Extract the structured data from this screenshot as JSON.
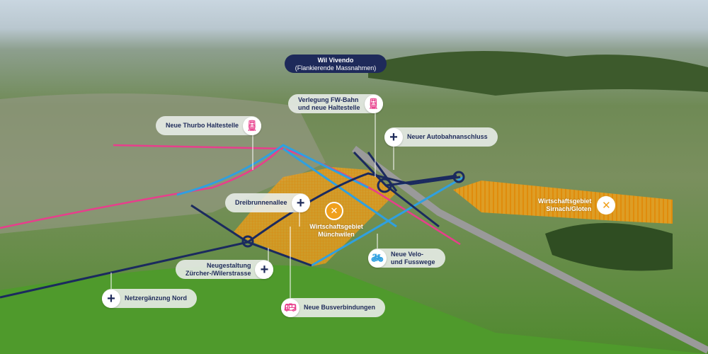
{
  "colors": {
    "navy": "#1e2a5a",
    "blue": "#2fa0e0",
    "pink": "#e83e8c",
    "orange": "#f0a01c"
  },
  "labels": {
    "wil_vivendo": {
      "line1": "Wil Vivendo",
      "line2": "(Flankierende Massnahmen)"
    },
    "fw_bahn": {
      "line1": "Verlegung FW-Bahn",
      "line2": "und neue Haltestelle",
      "icon": "train-icon"
    },
    "thurbo": {
      "text": "Neue Thurbo Haltestelle",
      "icon": "train-icon"
    },
    "autobahn": {
      "text": "Neuer Autobahnanschluss",
      "icon": "plus-icon"
    },
    "dreibrunnen": {
      "text": "Dreibrunnenallee",
      "icon": "plus-icon"
    },
    "neugestaltung": {
      "line1": "Neugestaltung",
      "line2": "Zürcher-/Wilerstrasse",
      "icon": "plus-icon"
    },
    "netz_nord": {
      "text": "Netzergänzung Nord",
      "icon": "plus-icon"
    },
    "bus": {
      "text": "Neue Busverbindungen",
      "icon": "bus-icon"
    },
    "velo": {
      "line1": "Neue Velo-",
      "line2": "und Fusswege",
      "icon": "bicycle-icon"
    },
    "muenchwilen": {
      "line1": "Wirtschaftsgebiet",
      "line2": "Münchwilen",
      "icon": "tools-icon"
    },
    "sirnach": {
      "line1": "Wirtschaftsgebiet",
      "line2": "Sirnach/Gloten",
      "icon": "tools-icon"
    }
  }
}
